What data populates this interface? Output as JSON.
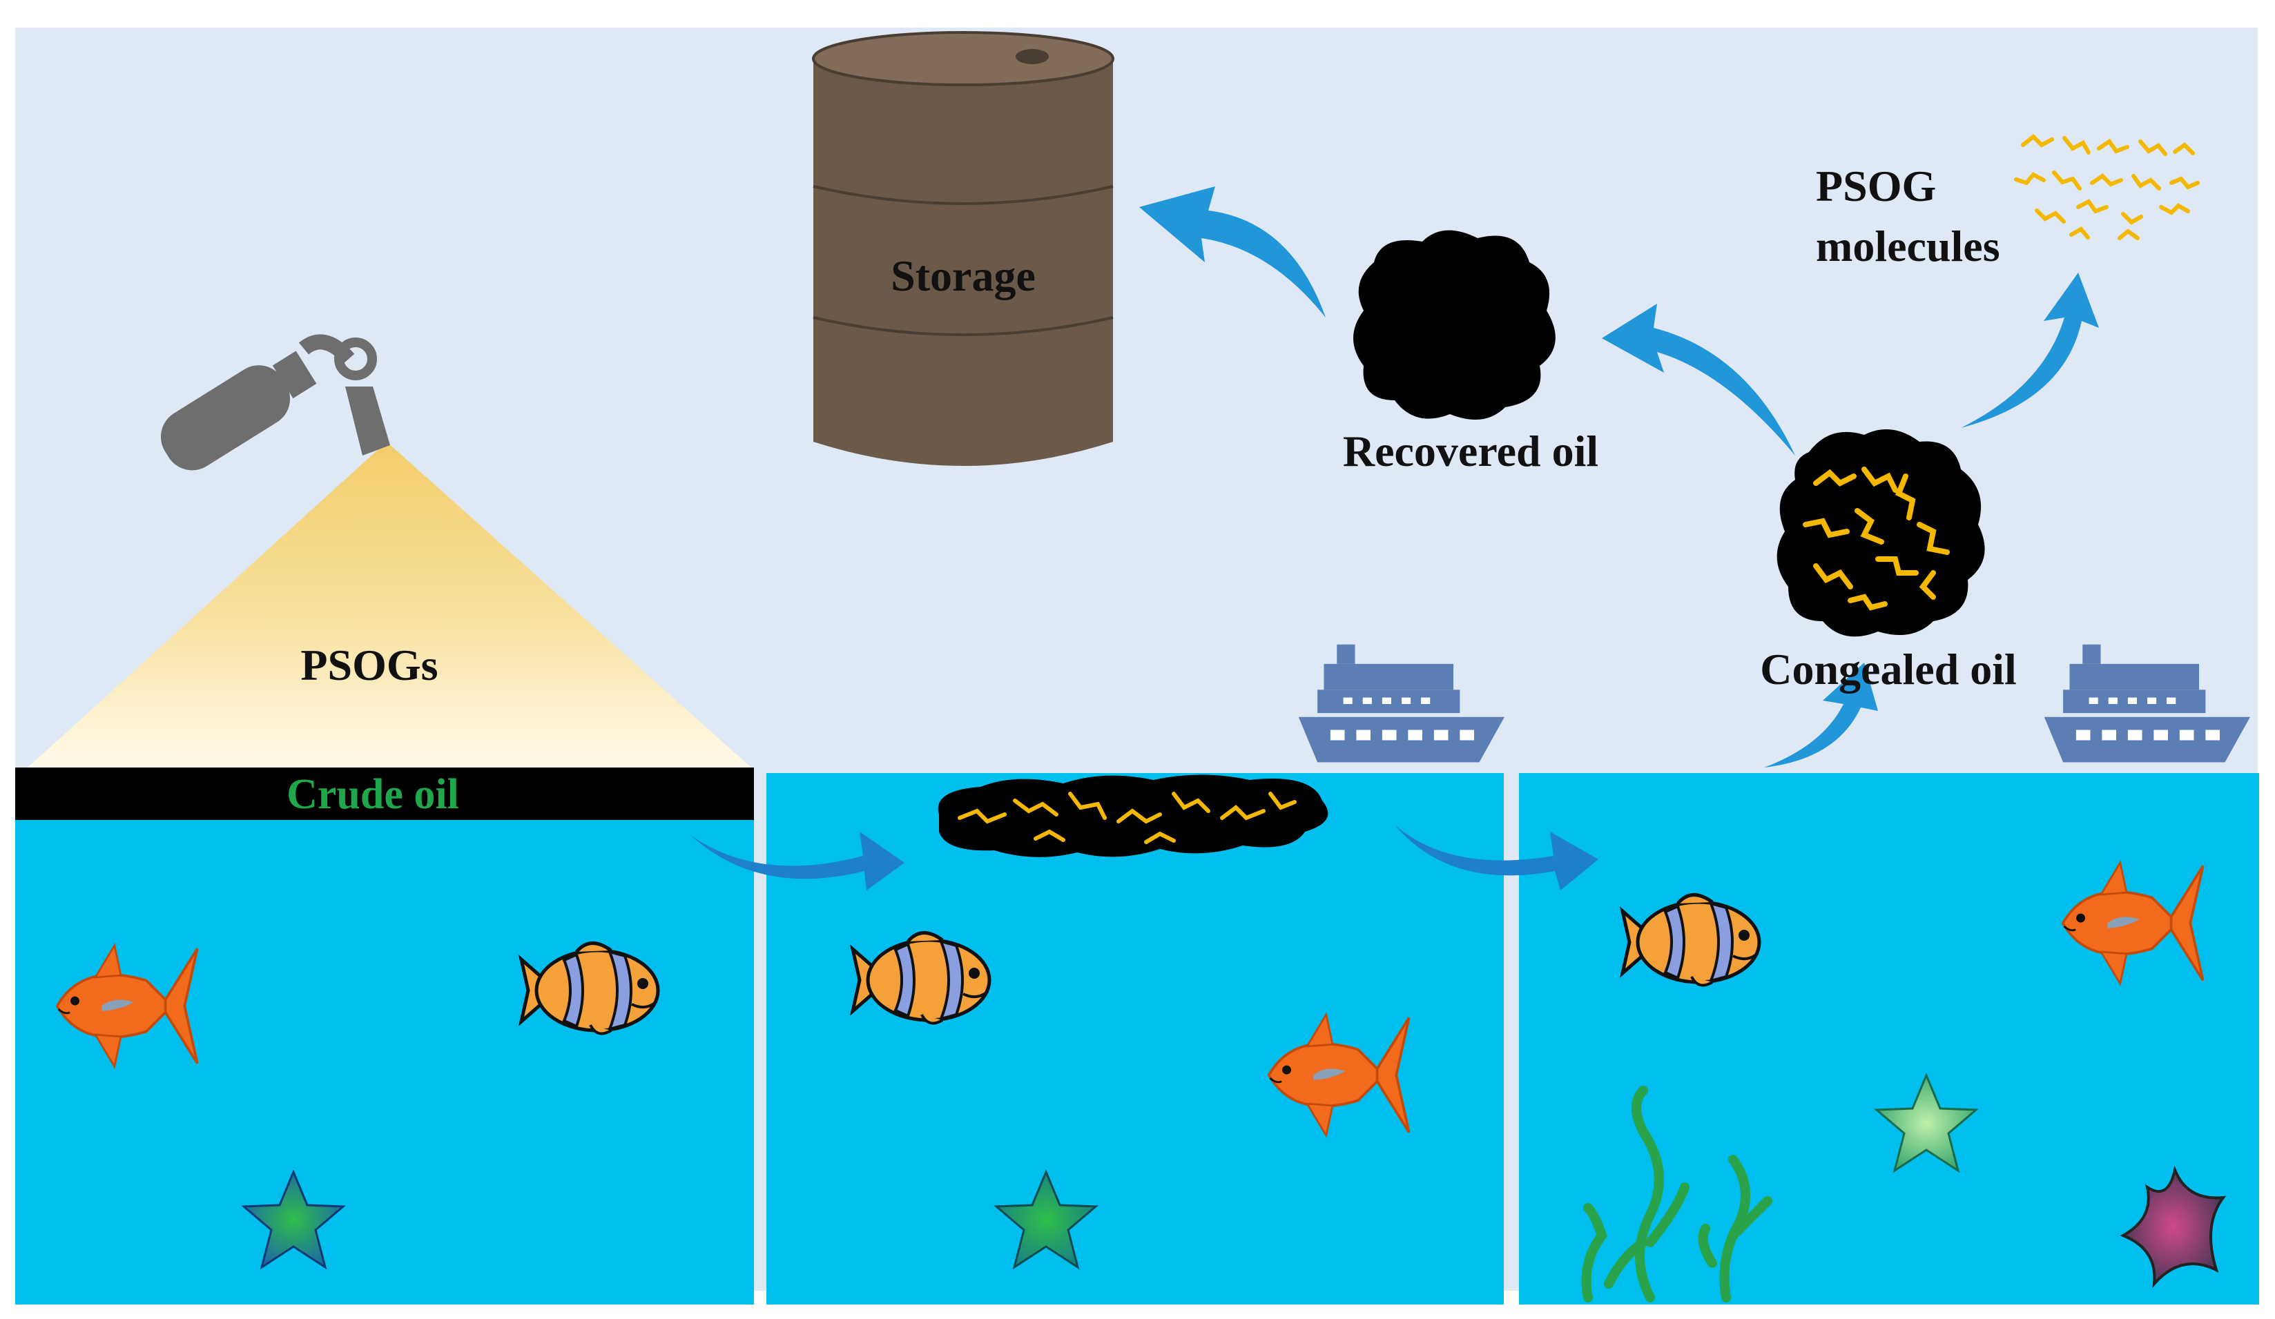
{
  "labels": {
    "storage": "Storage",
    "recovered_oil": "Recovered oil",
    "psog_molecules_line1": "PSOG",
    "psog_molecules_line2": "molecules",
    "psogs": "PSOGs",
    "congealed_oil": "Congealed oil",
    "crude_oil": "Crude oil"
  },
  "colors": {
    "sky": "#dfe8f5",
    "water": "#00bfef",
    "arrow": "#2196d8",
    "barrel": "#6b5a4a",
    "oil": "#000000",
    "gel_fiber": "#f5b800",
    "crude_oil_text": "#1fa84a",
    "ship": "#5b7fb5"
  },
  "icons": [
    "spray-can-icon",
    "oil-barrel-icon",
    "cruise-ship-icon",
    "clownfish-icon",
    "orange-fish-icon",
    "starfish-icon",
    "seaweed-icon"
  ]
}
